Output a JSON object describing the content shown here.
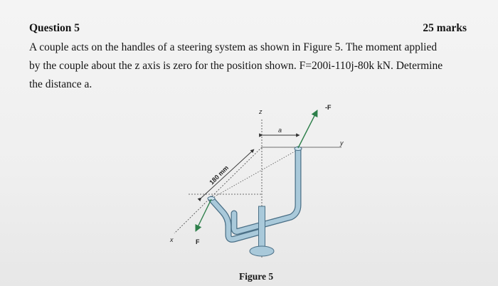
{
  "question": {
    "title": "Question 5",
    "marks": "25 marks",
    "lines": [
      "A couple acts on the handles of a steering system as shown in Figure 5. The moment applied",
      "by the couple about the z axis is zero for the position shown.  F=200i-110j-80k kN. Determine",
      "the distance a."
    ]
  },
  "figure": {
    "caption": "Figure 5",
    "labels": {
      "z": "z",
      "y": "y",
      "x": "x",
      "a": "a",
      "dimension": "180 mm",
      "force_pos": "F",
      "force_neg": "-F"
    },
    "colors": {
      "pipe_fill": "#a9c9da",
      "pipe_stroke": "#4a6f86",
      "arrow": "#2d7f4a",
      "line": "#333333"
    }
  }
}
